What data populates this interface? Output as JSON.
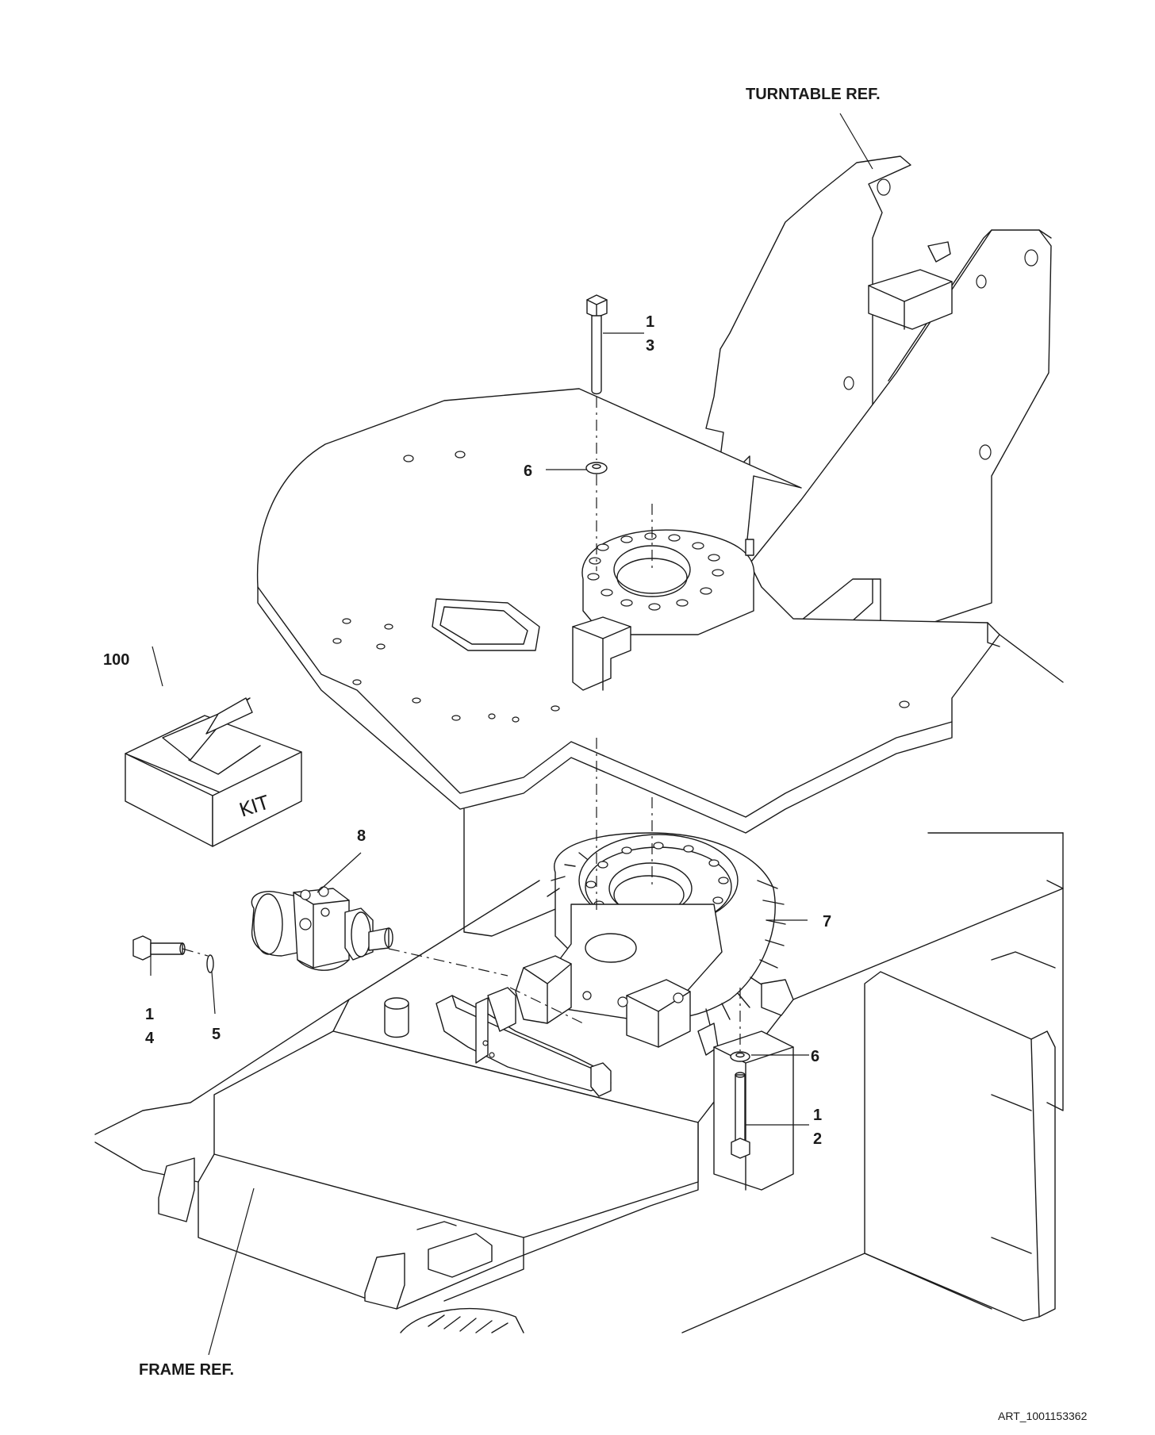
{
  "diagram": {
    "labels": {
      "turntable_ref": "TURNTABLE REF.",
      "frame_ref": "FRAME REF.",
      "kit_box_number": "100",
      "kit_box_text": "KIT",
      "art_id": "ART_1001153362"
    },
    "callouts": [
      {
        "id": "bolt-top",
        "lines": [
          "1",
          "3"
        ]
      },
      {
        "id": "washer-top",
        "lines": [
          "6"
        ]
      },
      {
        "id": "motor",
        "lines": [
          "8"
        ]
      },
      {
        "id": "slew-drive",
        "lines": [
          "7"
        ]
      },
      {
        "id": "screw-left",
        "lines": [
          "1",
          "4"
        ]
      },
      {
        "id": "washer-left",
        "lines": [
          "5"
        ]
      },
      {
        "id": "washer-bottom",
        "lines": [
          "6"
        ]
      },
      {
        "id": "bolt-bottom",
        "lines": [
          "1",
          "2"
        ]
      }
    ]
  }
}
